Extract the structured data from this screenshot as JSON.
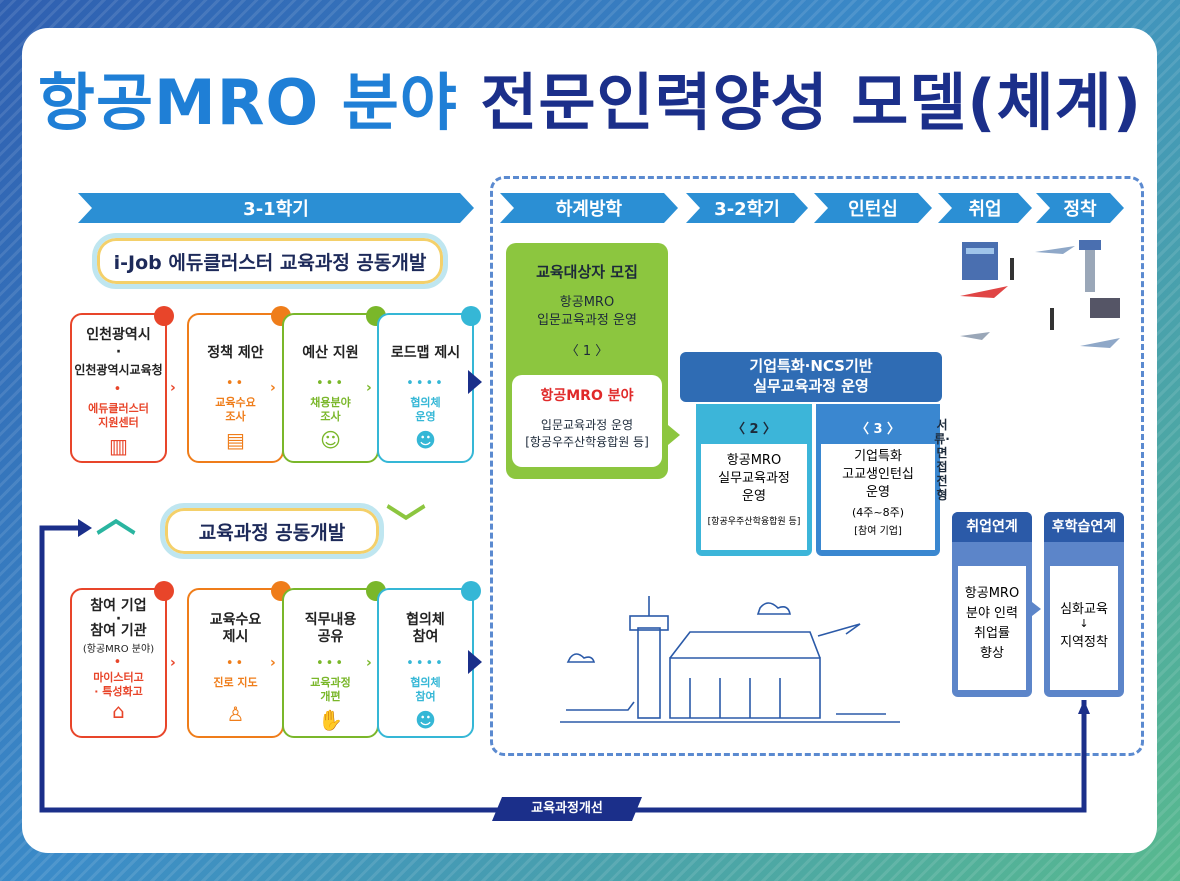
{
  "title": {
    "part1": "항공MRO 분야",
    "part2": "전문인력양성 모델(체계)"
  },
  "phases": [
    "3-1학기",
    "하계방학",
    "3-2학기",
    "인턴십",
    "취업",
    "정착"
  ],
  "pill1": "i-Job 에듀클러스터 교육과정 공동개발",
  "pill2": "교육과정 공동개발",
  "row1": [
    {
      "h": "인천광역시",
      "mid": "·",
      "h2": "인천광역시교육청",
      "dots": "•",
      "sub": "에듀클러스터\n지원센터",
      "icon": "building-icon",
      "color": "#e8452a"
    },
    {
      "h": "정책 제안",
      "dots": "••",
      "sub": "교육수요\n조사",
      "icon": "document-icon",
      "color": "#ef7d1a"
    },
    {
      "h": "예산 지원",
      "dots": "•••",
      "sub": "채용분야\n조사",
      "icon": "people-icon",
      "color": "#7ab72a"
    },
    {
      "h": "로드맵 제시",
      "dots": "••••",
      "sub": "협의체\n운영",
      "icon": "group-icon",
      "color": "#35b7d6"
    }
  ],
  "row2": [
    {
      "h": "참여 기업",
      "mid": "·",
      "h2": "참여 기관",
      "h3": "(항공MRO 분야)",
      "dots": "•",
      "sub": "마이스터고\n· 특성화고",
      "icon": "school-icon",
      "color": "#e8452a"
    },
    {
      "h": "교육수요\n제시",
      "dots": "••",
      "sub": "진로 지도",
      "icon": "person-icon",
      "color": "#ef7d1a"
    },
    {
      "h": "직무내용\n공유",
      "dots": "•••",
      "sub": "교육과정\n개편",
      "icon": "handshake-icon",
      "color": "#7ab72a"
    },
    {
      "h": "협의체\n참여",
      "dots": "••••",
      "sub": "협의체\n참여",
      "icon": "group-icon",
      "color": "#35b7d6"
    }
  ],
  "recruit": {
    "title": "교육대상자 모집",
    "line": "항공MRO\n입문교육과정 운영",
    "num": "〈 1 〉",
    "inner_title": "항공MRO 분야",
    "inner_desc": "입문교육과정 운영\n[항공우주산학융합원 등]"
  },
  "ncs": {
    "title": "기업특화·NCS기반\n실무교육과정 운영"
  },
  "course2": {
    "num": "〈 2 〉",
    "desc": "항공MRO\n실무교육과정\n운영",
    "small": "[항공우주산학융합원 등]"
  },
  "course3": {
    "num": "〈 3 〉",
    "desc": "기업특화\n고교생인턴십\n운영",
    "period": "(4주~8주)",
    "small": "[참여 기업]"
  },
  "vertical": "서류·면접전형",
  "employ": {
    "head": "취업연계",
    "body": "항공MRO\n분야 인력\n취업률\n향상"
  },
  "settle": {
    "head": "후학습연계",
    "body1": "심화교육",
    "arrow": "↓",
    "body2": "지역정착"
  },
  "feedback": "교육과정개선",
  "colors": {
    "navy": "#1b2f8a",
    "blue": "#2b8fd4",
    "green": "#8cc63f"
  }
}
